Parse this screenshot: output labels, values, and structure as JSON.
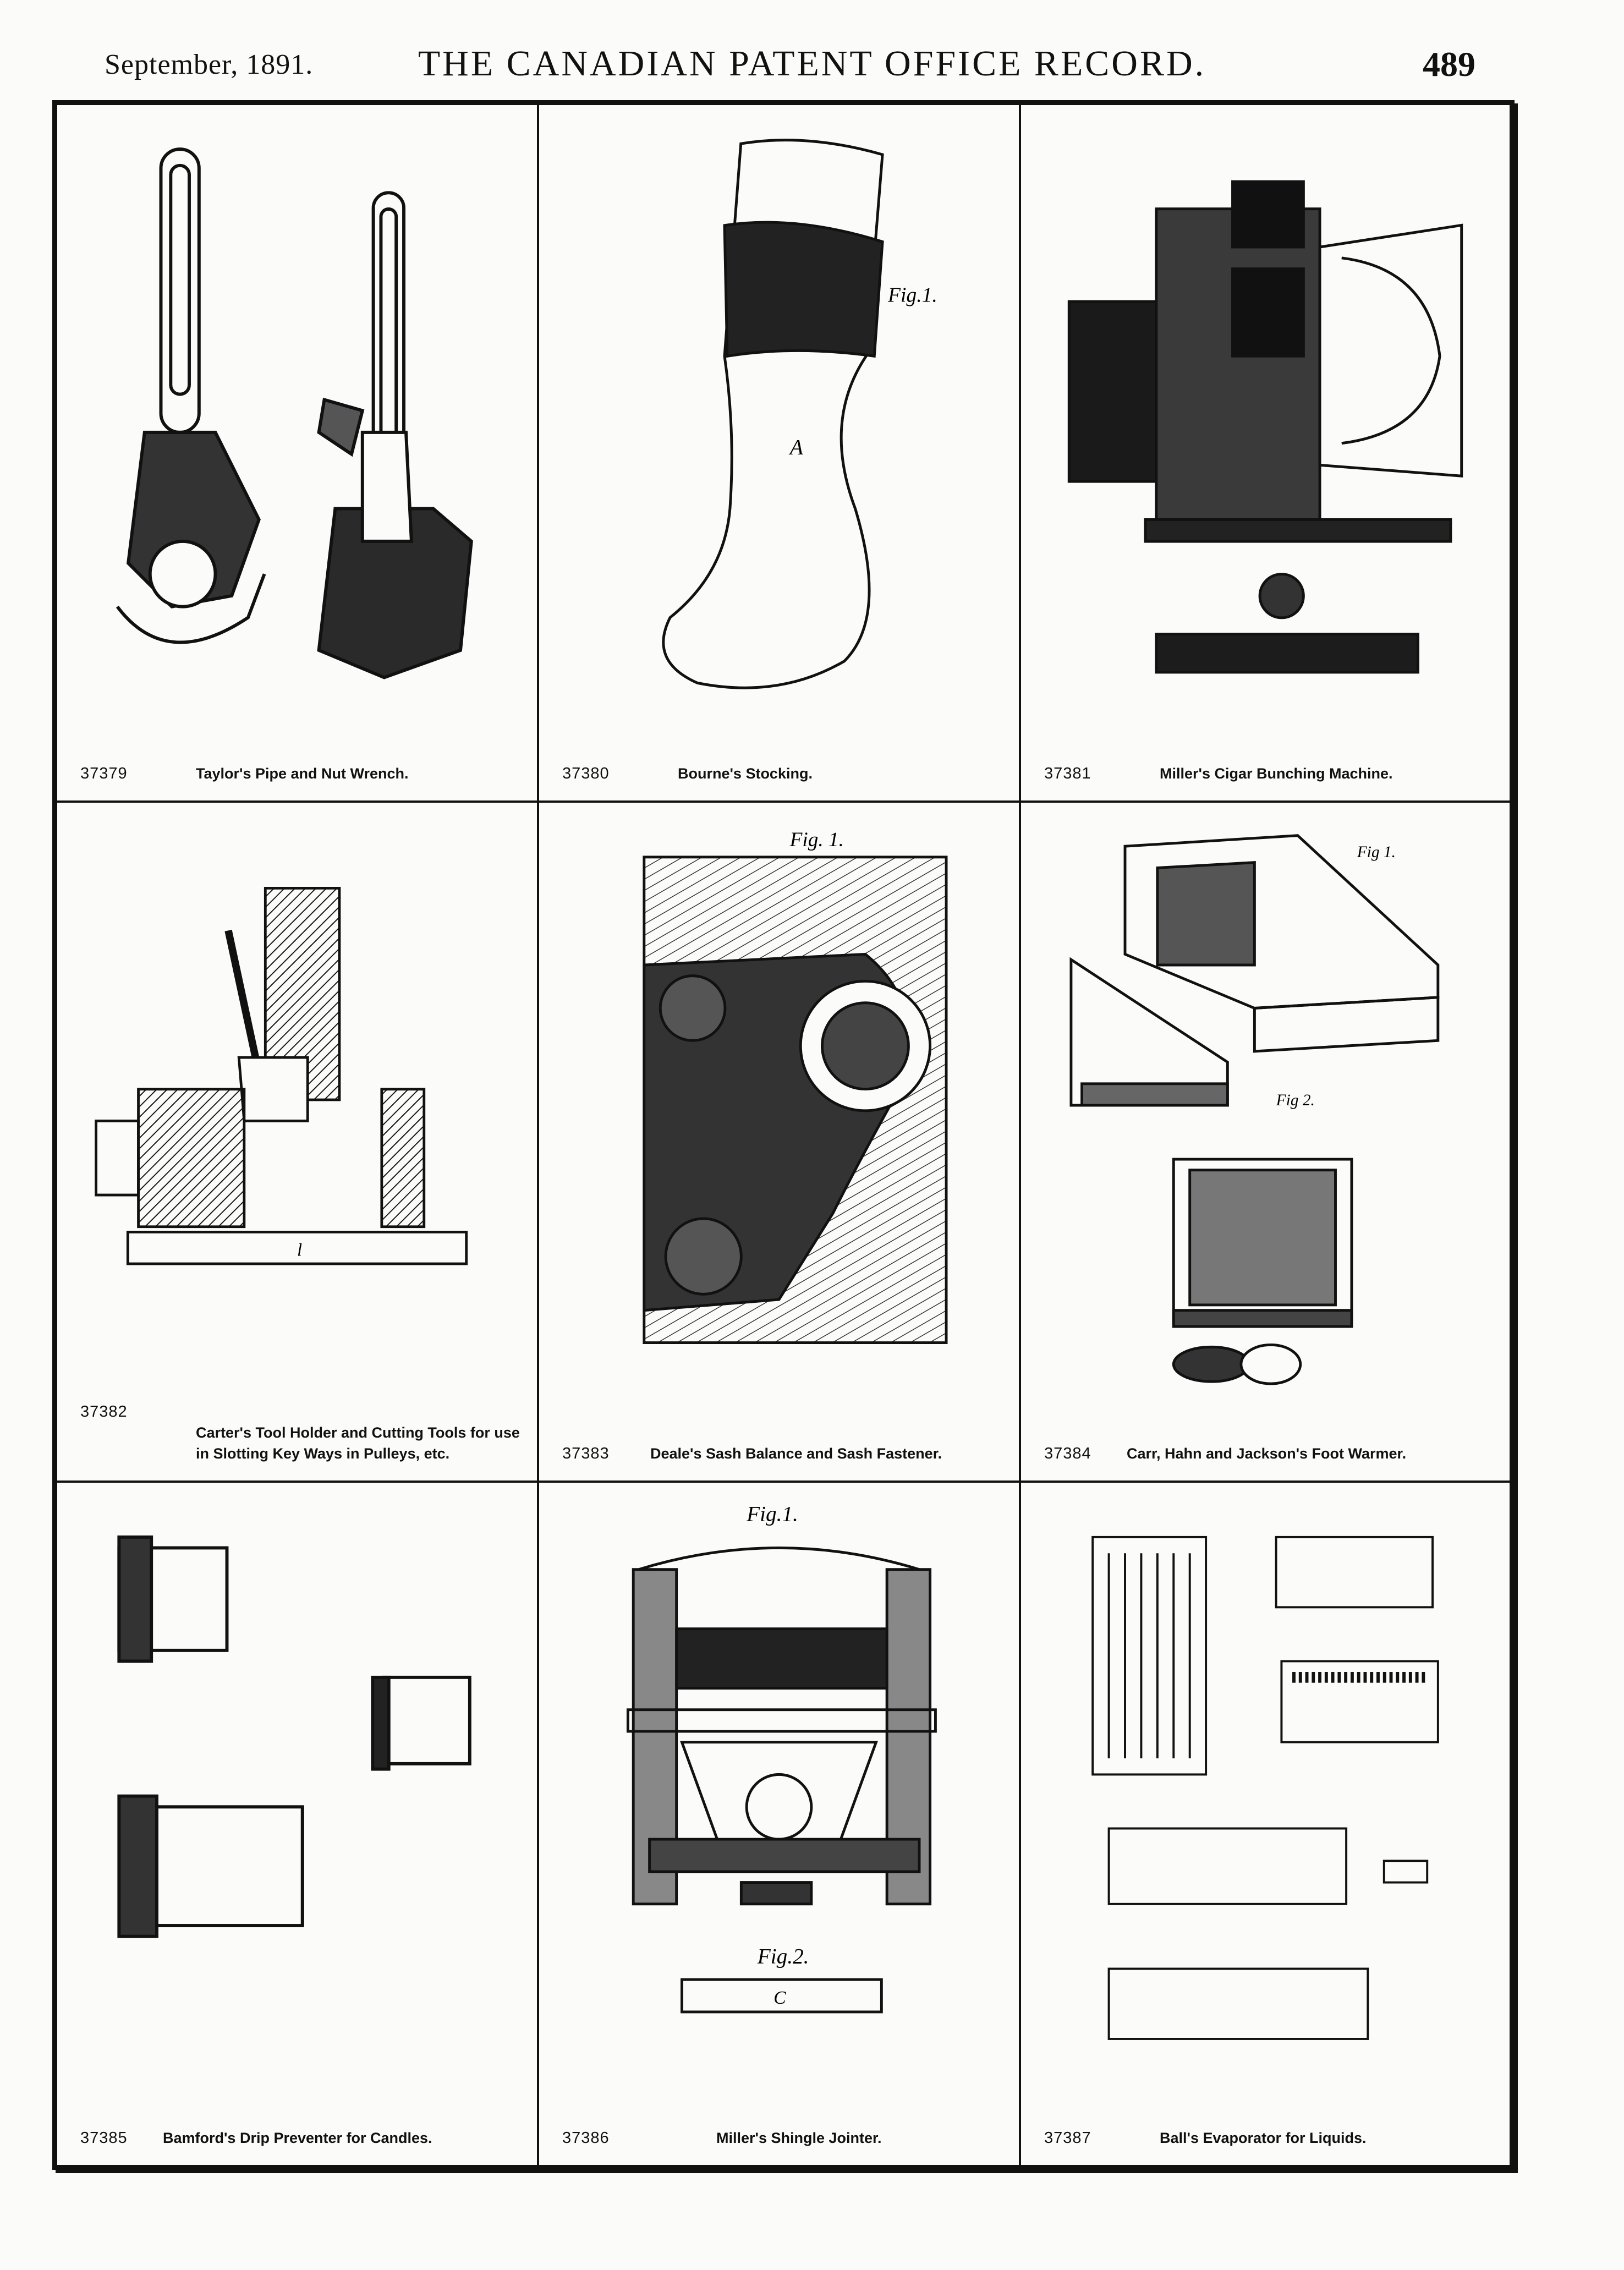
{
  "header": {
    "date": "September, 1891.",
    "journal_title": "THE CANADIAN PATENT OFFICE RECORD.",
    "page_number": "489"
  },
  "plates": [
    {
      "number": "37379",
      "title": "Taylor's Pipe and Nut Wrench."
    },
    {
      "number": "37380",
      "title": "Bourne's Stocking."
    },
    {
      "number": "37381",
      "title": "Miller's Cigar Bunching Machine."
    },
    {
      "number": "37382",
      "title": "Carter's Tool Holder and Cutting Tools for use in Slotting Key Ways in Pulleys, etc."
    },
    {
      "number": "37383",
      "title": "Deale's Sash Balance and Sash Fastener."
    },
    {
      "number": "37384",
      "title": "Carr, Hahn and Jackson's Foot Warmer."
    },
    {
      "number": "37385",
      "title": "Bamford's Drip Preventer for Candles."
    },
    {
      "number": "37386",
      "title": "Miller's Shingle Jointer."
    },
    {
      "number": "37387",
      "title": "Ball's Evaporator for Liquids."
    }
  ],
  "figure_labels": {
    "stocking_fig": "Fig.1.",
    "stocking_letter": "A",
    "sash_fig": "Fig. 1.",
    "warmer_fig1": "Fig 1.",
    "warmer_fig2": "Fig 2.",
    "jointer_fig1": "Fig.1.",
    "jointer_fig2": "Fig.2.",
    "jointer_letter_c": "C",
    "tool_letter_l": "l"
  }
}
